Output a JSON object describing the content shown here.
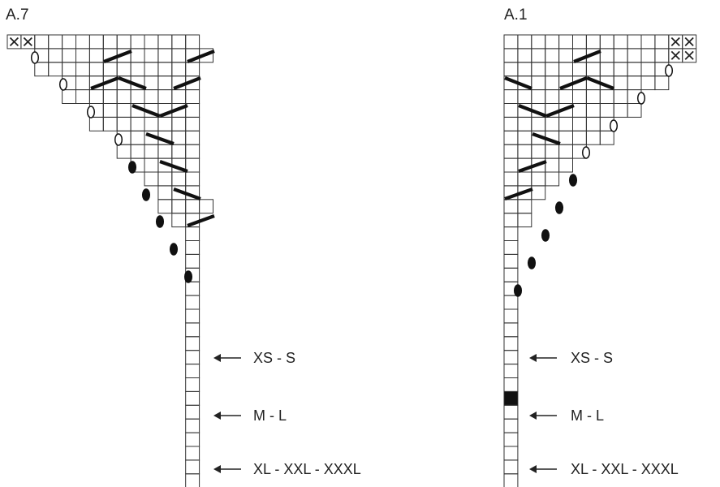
{
  "charts": [
    {
      "id": "A7",
      "title": "A.7",
      "size_labels": [
        "XS - S",
        "M - L",
        "XL - XXL - XXXL"
      ]
    },
    {
      "id": "A1",
      "title": "A.1",
      "size_labels": [
        "XS - S",
        "M - L",
        "XL - XXL - XXXL"
      ]
    }
  ],
  "colors": {
    "ink": "#222222",
    "grid": "#333333",
    "background": "#ffffff"
  },
  "symbols": [
    "cross-box-symbol",
    "open-oval-yarn-over-symbol",
    "filled-oval-symbol",
    "diagonal-bar-symbol",
    "filled-square-symbol",
    "left-arrow-icon"
  ]
}
